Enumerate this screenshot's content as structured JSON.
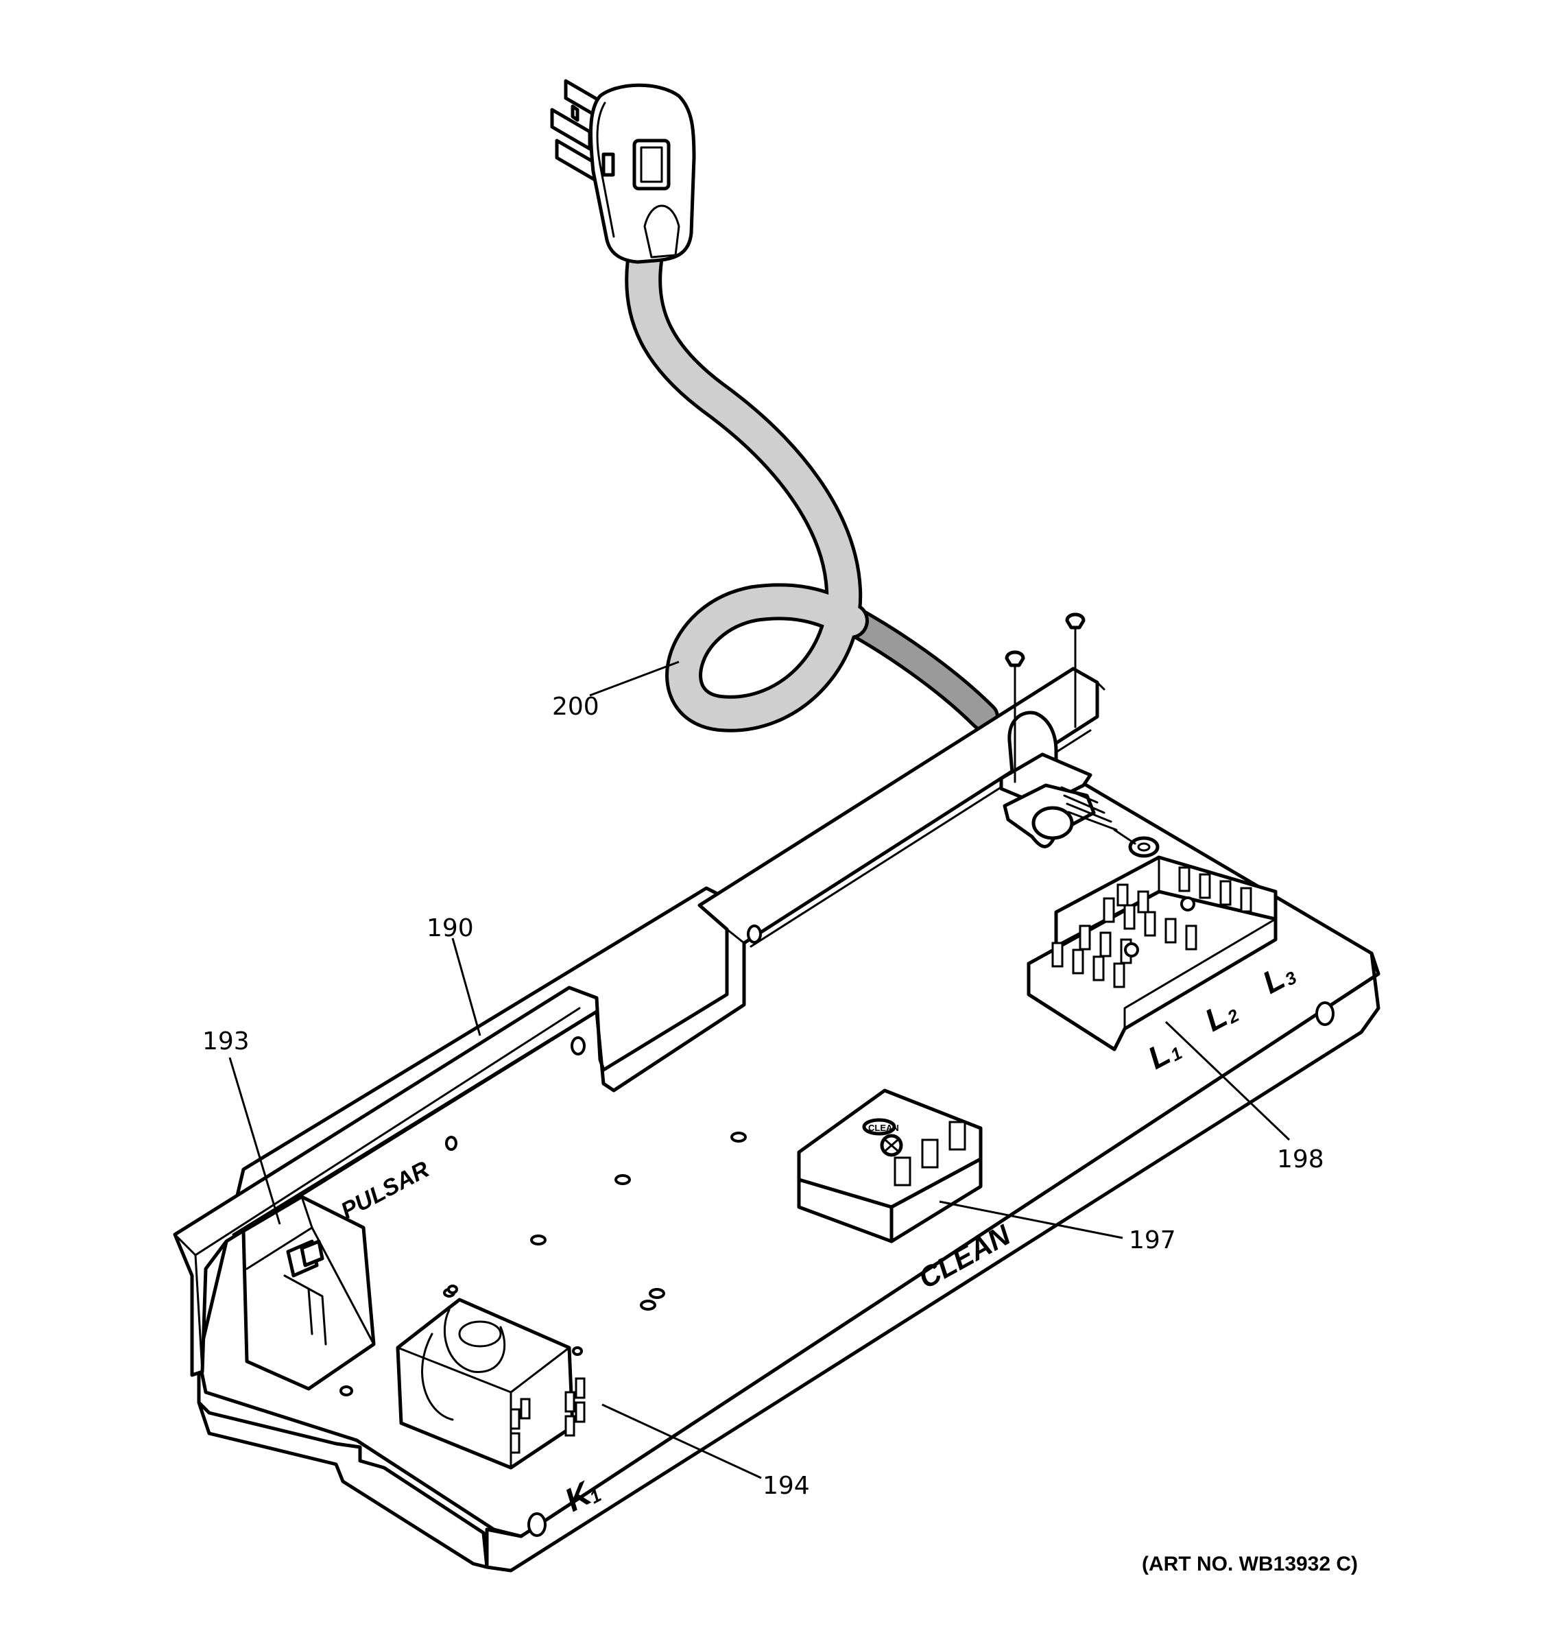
{
  "callouts": {
    "p190": "190",
    "p193": "193",
    "p194": "194",
    "p197": "197",
    "p198": "198",
    "p200": "200"
  },
  "board_labels": {
    "pulsar": "PULSAR",
    "clean": "CLEAN",
    "k": "K",
    "k_sub": "1",
    "l": "L",
    "l1_sub": "1",
    "l2_sub": "2",
    "l3_sub": "3",
    "module_badge": "CLEAN"
  },
  "art_number": "(ART NO. WB13932 C)"
}
